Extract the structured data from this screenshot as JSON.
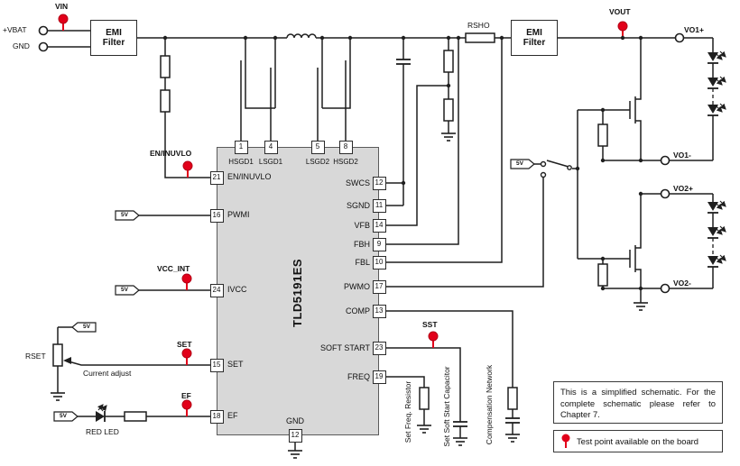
{
  "colors": {
    "accent_red": "#e2001a",
    "ic_fill": "#d8d8d8",
    "wire": "#1f1f1f"
  },
  "input": {
    "vin_tp": "VIN",
    "vbat": "+VBAT",
    "gnd": "GND",
    "emi_filter": "EMI Filter"
  },
  "output": {
    "rsho": "RSHO",
    "emi_filter": "EMI Filter",
    "vout_tp": "VOUT",
    "vo1_plus": "VO1+",
    "vo1_minus": "VO1-",
    "vo2_plus": "VO2+",
    "vo2_minus": "VO2-"
  },
  "ic": {
    "name": "TLD5191ES",
    "pins_top": [
      {
        "num": "1",
        "label": "HSGD1"
      },
      {
        "num": "4",
        "label": "LSGD1"
      },
      {
        "num": "5",
        "label": "LSGD2"
      },
      {
        "num": "8",
        "label": "HSGD2"
      }
    ],
    "pins_left": [
      {
        "num": "21",
        "label": "EN/INUVLO"
      },
      {
        "num": "16",
        "label": "PWMI"
      },
      {
        "num": "24",
        "label": "IVCC"
      },
      {
        "num": "15",
        "label": "SET"
      },
      {
        "num": "18",
        "label": "EF"
      }
    ],
    "pins_right": [
      {
        "num": "12",
        "label": "SWCS"
      },
      {
        "num": "11",
        "label": "SGND"
      },
      {
        "num": "14",
        "label": "VFB"
      },
      {
        "num": "9",
        "label": "FBH"
      },
      {
        "num": "10",
        "label": "FBL"
      },
      {
        "num": "17",
        "label": "PWMO"
      },
      {
        "num": "13",
        "label": "COMP"
      },
      {
        "num": "23",
        "label": "SOFT START"
      },
      {
        "num": "19",
        "label": "FREQ"
      }
    ],
    "pin_bottom": {
      "num": "12",
      "label": "GND"
    }
  },
  "test_points": {
    "en_inuvlo": "EN/INUVLO",
    "vcc_int": "VCC_INT",
    "set": "SET",
    "ef": "EF",
    "sst": "SST"
  },
  "supply_flag": "5V",
  "left_side": {
    "rset": "RSET",
    "current_adjust": "Current adjust",
    "red_led": "RED LED"
  },
  "bottom_networks": {
    "freq": "Set Freq. Resistor",
    "soft_start": "Set Soft Start Capacitor",
    "compensation": "Compensation Network"
  },
  "notes": {
    "simplified": "This is a simplified schematic. For the complete schematic please refer to Chapter 7.",
    "test_point": "Test point available on the board"
  }
}
